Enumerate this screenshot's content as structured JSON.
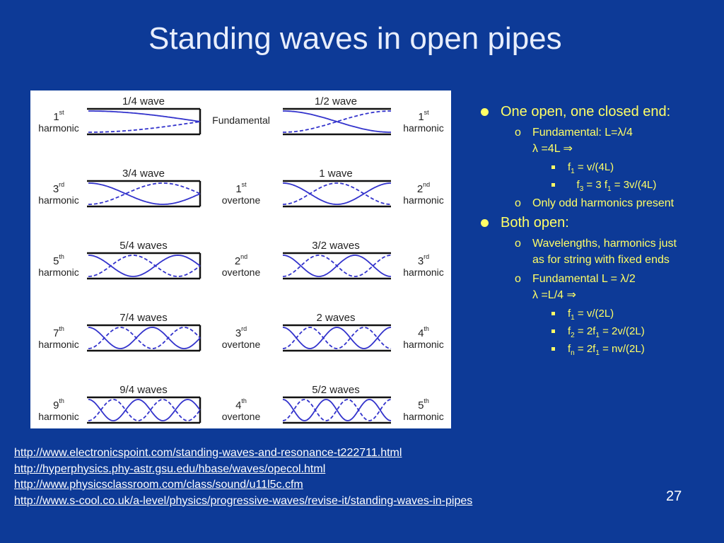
{
  "title": "Standing waves in open pipes",
  "figure": {
    "left": [
      {
        "num": "1",
        "sup": "st",
        "word": "harmonic",
        "wave_label": "1/4 wave",
        "quarters": 1
      },
      {
        "num": "3",
        "sup": "rd",
        "word": "harmonic",
        "wave_label": "3/4 wave",
        "quarters": 3
      },
      {
        "num": "5",
        "sup": "th",
        "word": "harmonic",
        "wave_label": "5/4 waves",
        "quarters": 5
      },
      {
        "num": "7",
        "sup": "th",
        "word": "harmonic",
        "wave_label": "7/4 waves",
        "quarters": 7
      },
      {
        "num": "9",
        "sup": "th",
        "word": "harmonic",
        "wave_label": "9/4 waves",
        "quarters": 9
      }
    ],
    "right": [
      {
        "num": "1",
        "sup": "st",
        "word": "harmonic",
        "wave_label": "1/2 wave",
        "halves": 1
      },
      {
        "num": "2",
        "sup": "nd",
        "word": "harmonic",
        "wave_label": "1 wave",
        "halves": 2
      },
      {
        "num": "3",
        "sup": "rd",
        "word": "harmonic",
        "wave_label": "3/2 waves",
        "halves": 3
      },
      {
        "num": "4",
        "sup": "th",
        "word": "harmonic",
        "wave_label": "2 waves",
        "halves": 4
      },
      {
        "num": "5",
        "sup": "th",
        "word": "harmonic",
        "wave_label": "5/2 waves",
        "halves": 5
      }
    ],
    "middle": [
      {
        "num": "",
        "sup": "",
        "word": "Fundamental"
      },
      {
        "num": "1",
        "sup": "st",
        "word": "overtone"
      },
      {
        "num": "2",
        "sup": "nd",
        "word": "overtone"
      },
      {
        "num": "3",
        "sup": "rd",
        "word": "overtone"
      },
      {
        "num": "4",
        "sup": "th",
        "word": "overtone"
      }
    ]
  },
  "bullets": {
    "one_open": "One open, one closed end:",
    "fund_a": "Fundamental: L=λ/4",
    "fund_a2": "λ =4L ⇒",
    "f1a_pre": "f",
    "f1a_sub": "1",
    "f1a_post": "  = v/(4L)",
    "f3_pre": "f",
    "f3_sub": "3",
    "f3_mid": " =  3 f",
    "f3_sub2": "1",
    "f3_post": " = 3v/(4L)",
    "only_odd": "Only odd harmonics present",
    "both_open": "Both open:",
    "wavelengths": "Wavelengths, harmonics just as for string with fixed ends",
    "fund_b": "Fundamental L = λ/2",
    "fund_b2": "λ =L/4 ⇒",
    "f1b_pre": "f",
    "f1b_sub": "1",
    "f1b_post": "  = v/(2L)",
    "f2_pre": "f",
    "f2_sub": "2",
    "f2_mid": " =  2f",
    "f2_sub2": "1",
    "f2_post": " = 2v/(2L)",
    "fn_pre": "f",
    "fn_sub": "n",
    "fn_mid": " =  2f",
    "fn_sub2": "1",
    "fn_post": " = nv/(2L)"
  },
  "links": [
    "http://www.electronicspoint.com/standing-waves-and-resonance-t222711.html",
    "http://hyperphysics.phy-astr.gsu.edu/hbase/waves/opecol.html",
    "http://www.physicsclassroom.com/class/sound/u11l5c.cfm",
    "http://www.s-cool.co.uk/a-level/physics/progressive-waves/revise-it/standing-waves-in-pipes"
  ],
  "page_number": "27",
  "colors": {
    "background": "#0d3a97",
    "accent": "#ffff66",
    "wave": "#3333cc"
  }
}
